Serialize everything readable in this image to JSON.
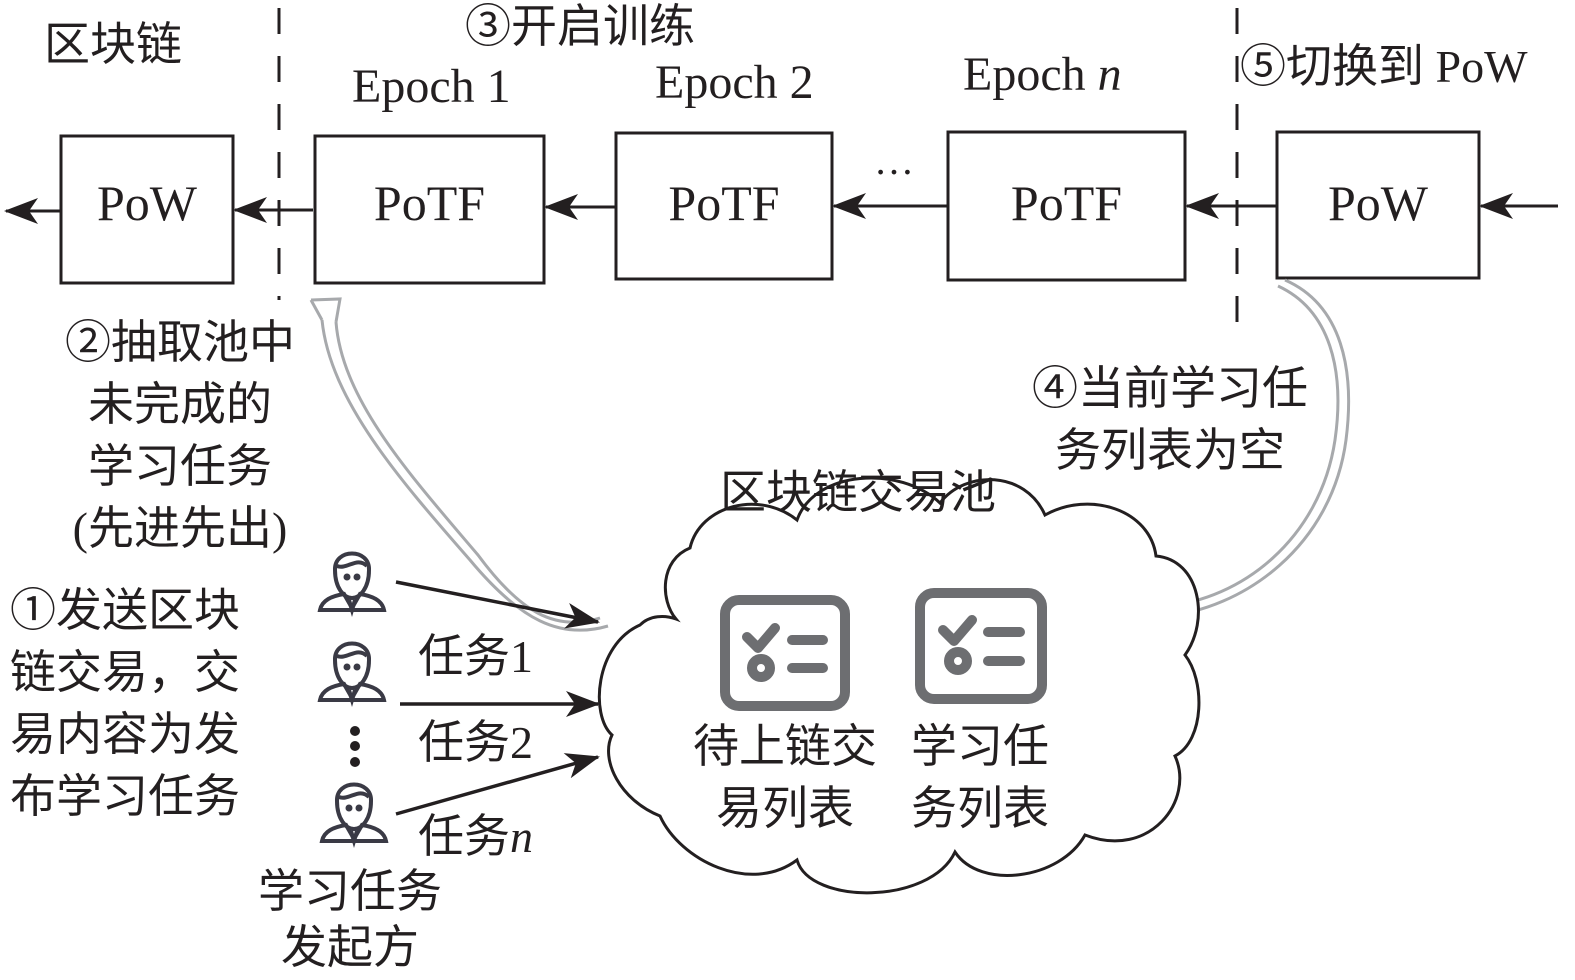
{
  "title_blockchain": "区块链",
  "step3": "③开启训练",
  "step5": "⑤切换到 PoW",
  "epochs": [
    {
      "prefix": "Epoch ",
      "num": "1",
      "italic": false
    },
    {
      "prefix": "Epoch ",
      "num": "2",
      "italic": false
    },
    {
      "prefix": "Epoch ",
      "num": "n",
      "italic": true
    }
  ],
  "blocks": [
    {
      "id": "pow-left",
      "label": "PoW"
    },
    {
      "id": "potf-epoch1",
      "label": "PoTF"
    },
    {
      "id": "potf-epoch2",
      "label": "PoTF"
    },
    {
      "id": "potf-epochn",
      "label": "PoTF"
    },
    {
      "id": "pow-right",
      "label": "PoW"
    }
  ],
  "ellipsis": "…",
  "step2_lines": [
    "②抽取池中",
    "未完成的",
    "学习任务",
    "(先进先出)"
  ],
  "step4_lines": [
    "④当前学习任",
    "务列表为空"
  ],
  "step1_lines": [
    "①发送区块",
    "链交易，交",
    "易内容为发",
    "布学习任务"
  ],
  "pool_title": "区块链交易池",
  "pool_lists": [
    {
      "icon": "checklist-icon",
      "lines": [
        "待上链交",
        "易列表"
      ]
    },
    {
      "icon": "checklist-icon",
      "lines": [
        "学习任",
        "务列表"
      ]
    }
  ],
  "tasks": [
    {
      "prefix": "任务",
      "num": "1",
      "italic": false
    },
    {
      "prefix": "任务",
      "num": "2",
      "italic": false
    },
    {
      "prefix": "任务",
      "num": "n",
      "italic": true
    }
  ],
  "initiator_lines": [
    "学习任务",
    "发起方"
  ],
  "colors": {
    "line": "#231f20",
    "flow_arrow": "#a7a9ac",
    "icon_gray": "#6d6e71"
  }
}
